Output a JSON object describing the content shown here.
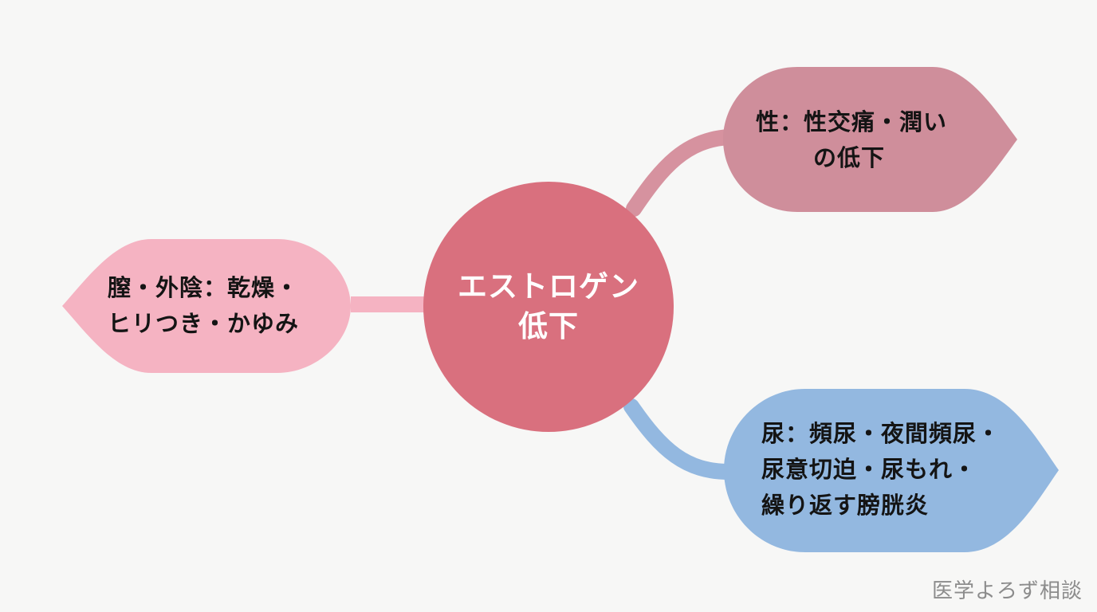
{
  "center": {
    "line1": "エストロゲン",
    "line2": "低下",
    "color": "#d9707e"
  },
  "branches": {
    "sex": {
      "line1": "性：性交痛・潤い",
      "line2": "の低下",
      "color": "#cf8e9b"
    },
    "vagina": {
      "line1": "膣・外陰：乾燥・",
      "line2": "ヒリつき・かゆみ",
      "color": "#f5b3c2"
    },
    "urinary": {
      "line1": "尿：頻尿・夜間頻尿・",
      "line2": "尿意切迫・尿もれ・",
      "line3": "繰り返す膀胱炎",
      "color": "#93b8e0"
    }
  },
  "watermark": "医学よろず相談"
}
